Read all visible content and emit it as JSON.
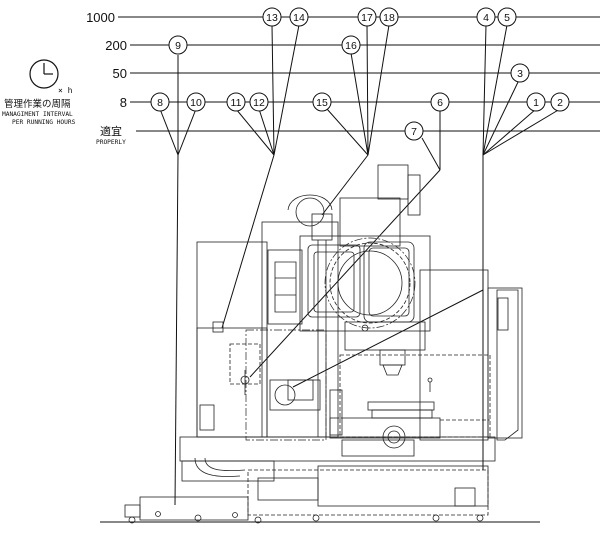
{
  "intervals": [
    {
      "label": "1000"
    },
    {
      "label": "200"
    },
    {
      "label": "50"
    },
    {
      "label": "8"
    },
    {
      "label": "適宜",
      "sub": "PROPERLY"
    }
  ],
  "legend": {
    "clock_label": "× h",
    "title_jp": "管理作業の周隔",
    "title_en_1": "MANAGIMENT INTERVAL",
    "title_en_2": "PER RUNNING HOURS"
  },
  "callouts": [
    {
      "id": "13",
      "label": "13"
    },
    {
      "id": "14",
      "label": "14"
    },
    {
      "id": "17",
      "label": "17"
    },
    {
      "id": "18",
      "label": "18"
    },
    {
      "id": "4",
      "label": "4"
    },
    {
      "id": "5",
      "label": "5"
    },
    {
      "id": "9",
      "label": "9"
    },
    {
      "id": "16",
      "label": "16"
    },
    {
      "id": "3",
      "label": "3"
    },
    {
      "id": "8",
      "label": "8"
    },
    {
      "id": "10",
      "label": "10"
    },
    {
      "id": "11",
      "label": "11"
    },
    {
      "id": "12",
      "label": "12"
    },
    {
      "id": "15",
      "label": "15"
    },
    {
      "id": "6",
      "label": "6"
    },
    {
      "id": "1",
      "label": "1"
    },
    {
      "id": "2",
      "label": "2"
    },
    {
      "id": "7",
      "label": "7"
    }
  ]
}
